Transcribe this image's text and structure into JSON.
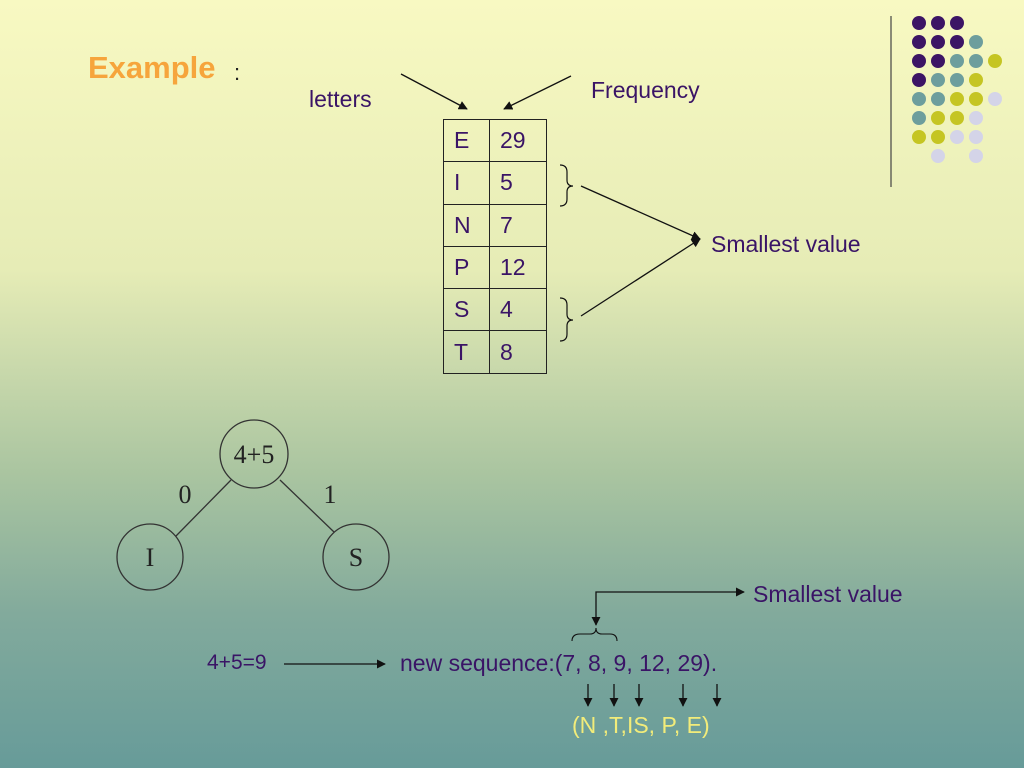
{
  "slide": {
    "title": "Example",
    "title_colon": ":",
    "label_letters": "letters",
    "label_frequency": "Frequency",
    "label_smallest_top": "Smallest value",
    "label_smallest_bottom": "Smallest value"
  },
  "table": {
    "rows": [
      {
        "letter": "E",
        "freq": "29"
      },
      {
        "letter": "I",
        "freq": "5"
      },
      {
        "letter": "N",
        "freq": "7"
      },
      {
        "letter": "P",
        "freq": "12"
      },
      {
        "letter": "S",
        "freq": "4"
      },
      {
        "letter": "T",
        "freq": "8"
      }
    ]
  },
  "tree": {
    "root": "4+5",
    "left": "I",
    "right": "S",
    "edge_left": "0",
    "edge_right": "1"
  },
  "sequence": {
    "sum": "4+5=9",
    "label": "new sequence:(7, 8, 9, 12, 29).",
    "result": "(N ,T,IS,  P, E)"
  },
  "colors": {
    "title": "#f6a53c",
    "text": "#3a1466",
    "result": "#f2ec7a",
    "dot_purple": "#3c1565",
    "dot_teal": "#6d9e9d",
    "dot_yellow": "#c5c523",
    "dot_lavender": "#d4d4e8"
  },
  "decor_dots": [
    [
      "purple",
      "purple",
      "purple",
      "",
      "",
      ""
    ],
    [
      "purple",
      "purple",
      "purple",
      "teal",
      "",
      ""
    ],
    [
      "purple",
      "purple",
      "teal",
      "teal",
      "yellow",
      ""
    ],
    [
      "purple",
      "teal",
      "teal",
      "yellow",
      "",
      ""
    ],
    [
      "teal",
      "teal",
      "yellow",
      "yellow",
      "lavender",
      ""
    ],
    [
      "teal",
      "yellow",
      "yellow",
      "lavender",
      "",
      ""
    ],
    [
      "yellow",
      "yellow",
      "lavender",
      "lavender",
      "",
      ""
    ],
    [
      "",
      "lavender",
      "",
      "lavender",
      "",
      ""
    ]
  ]
}
